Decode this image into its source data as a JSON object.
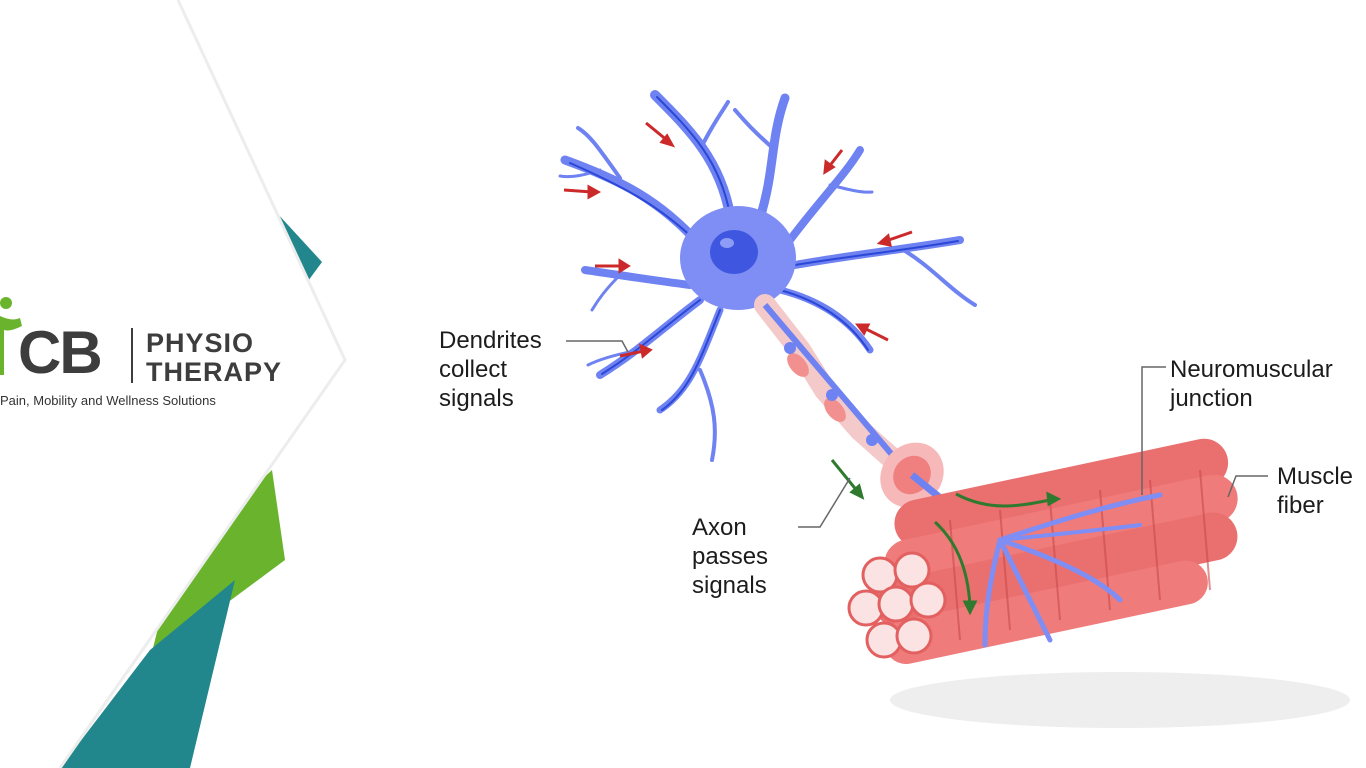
{
  "brand": {
    "name_left": "CB",
    "name_right_line1": "PHYSIO",
    "name_right_line2": "THERAPY",
    "tagline": "Pain,  Mobility and Wellness Solutions",
    "logo_figure_color": "#6ab42d",
    "text_color": "#3d3d3d"
  },
  "colors": {
    "teal": "#22878c",
    "green": "#6ab42d",
    "neuron_blue": "#6f82f2",
    "neuron_dark": "#2b47d6",
    "muscle_red": "#f08080",
    "arrow_red": "#cc2a2a",
    "arrow_green": "#2f7a2f"
  },
  "labels": {
    "dendrites": [
      "Dendrites",
      "collect",
      "signals"
    ],
    "axon": [
      "Axon",
      "passes",
      "signals"
    ],
    "junction": [
      "Neuromuscular",
      "junction"
    ],
    "muscle": [
      "Muscle",
      "fiber"
    ]
  }
}
